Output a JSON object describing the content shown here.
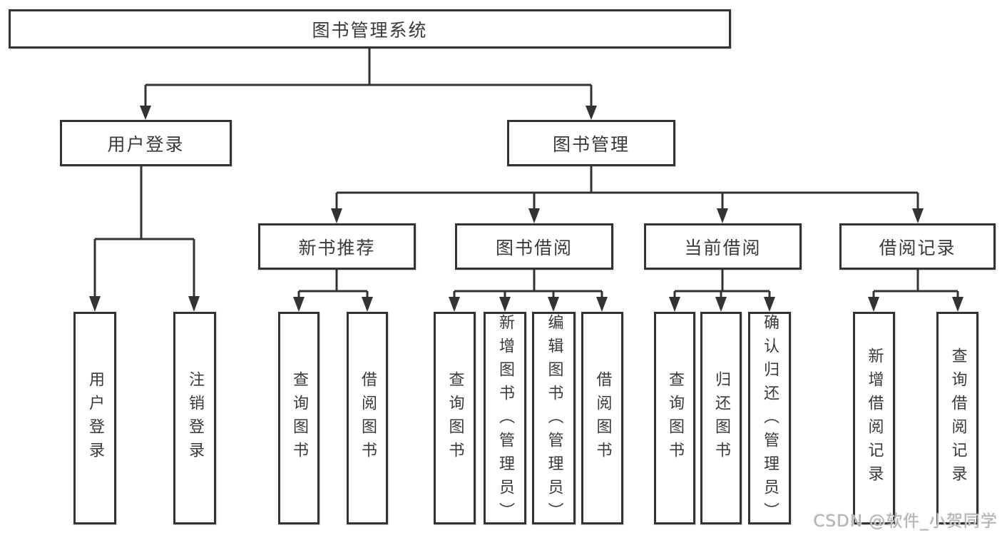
{
  "colors": {
    "line": "#333333",
    "node_border": "#333333",
    "node_text": "#3a3a3a",
    "background": "#ffffff",
    "watermark_text": "#b2b2b2"
  },
  "watermark": {
    "text": "CSDN @软件_小贺同学"
  },
  "org_chart": {
    "type": "hierarchy-diagram",
    "root": {
      "label": "图书管理系统"
    },
    "level2": [
      {
        "label": "用户登录",
        "children": [
          {
            "label": "用户登录"
          },
          {
            "label": "注销登录"
          }
        ]
      },
      {
        "label": "图书管理",
        "children": [
          {
            "label": "新书推荐",
            "children": [
              {
                "label": "查询图书"
              },
              {
                "label": "借阅图书"
              }
            ]
          },
          {
            "label": "图书借阅",
            "children": [
              {
                "label": "查询图书"
              },
              {
                "label": "新增图书（管理员）"
              },
              {
                "label": "编辑图书（管理员）"
              },
              {
                "label": "借阅图书"
              }
            ]
          },
          {
            "label": "当前借阅",
            "children": [
              {
                "label": "查询图书"
              },
              {
                "label": "归还图书"
              },
              {
                "label": "确认归还（管理员）"
              }
            ]
          },
          {
            "label": "借阅记录",
            "children": [
              {
                "label": "新增借阅记录"
              },
              {
                "label": "查询借阅记录"
              }
            ]
          }
        ]
      }
    ]
  }
}
